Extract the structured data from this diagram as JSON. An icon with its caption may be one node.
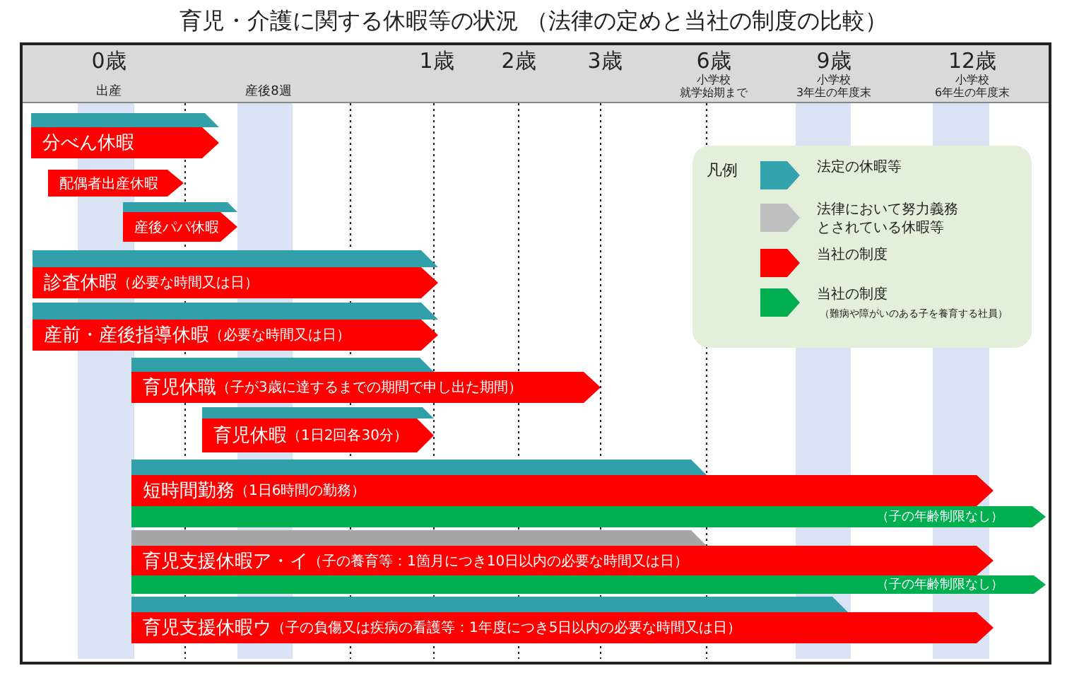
{
  "diagram": {
    "title": "育児・介護に関する休暇等の状況 （法律の定めと当社の制度の比較）",
    "nodes": [
      {
        "text": [],
        "shape": "bar"
      },
      {
        "text": [
          "分べん休暇"
        ]
      },
      {
        "text": [
          "配偶者出産休暇"
        ]
      },
      {
        "text": [],
        "shape": "bar"
      },
      {
        "text": [
          "産後パパ休暇"
        ]
      },
      {
        "text": [],
        "shape": "bar"
      },
      {
        "text": [
          "診査休暇",
          "（必要な時間又は日）"
        ]
      },
      {
        "text": [],
        "shape": "bar"
      },
      {
        "text": [
          "産前・産後指導休暇",
          "（必要な時間又は日）"
        ]
      },
      {
        "text": [],
        "shape": "bar"
      },
      {
        "text": [
          "育児休職",
          "（子が3歳に達するまでの期間で申し出た期間）"
        ]
      },
      {
        "text": [],
        "shape": "bar"
      },
      {
        "text": [
          "育児休暇",
          "（1日2回各30分）"
        ]
      },
      {
        "text": [],
        "shape": "bar"
      },
      {
        "text": [
          "短時間勤務",
          "（1日6時間の勤務）"
        ]
      },
      {
        "text": [
          "（子の年齢制限なし）"
        ]
      },
      {
        "text": [],
        "shape": "bar"
      },
      {
        "text": [
          "育児支援休暇ア・イ",
          "（子の養育等：1箇月につき10日以内の必要な時間又は日）"
        ]
      },
      {
        "text": [
          "（子の年齢制限なし）"
        ]
      },
      {
        "text": [],
        "shape": "bar"
      },
      {
        "text": [
          "育児支援休暇ウ",
          "（子の負傷又は疾病の看護等：1年度につき5日以内の必要な時間又は日）"
        ]
      }
    ],
    "labels": [
      "0歳",
      "1歳",
      "2歳",
      "3歳",
      "6歳",
      "9歳",
      "12歳",
      "出産",
      "産後8週",
      "小学校",
      "就学始期まで",
      "小学校",
      "3年生の年度末",
      "小学校",
      "6年生の年度末",
      "凡例",
      "（難病や障がいのある子を養育する社員）"
    ],
    "legend": [
      {
        "text": "法定の休暇等",
        "color": "#35a3ab"
      },
      {
        "text": "法律において努力義務とされている休暇等",
        "color": "#bfbfbf"
      },
      {
        "text": "当社の制度",
        "color": "#ff0000"
      },
      {
        "text": "当社の制度",
        "color": "#00b050"
      }
    ]
  }
}
